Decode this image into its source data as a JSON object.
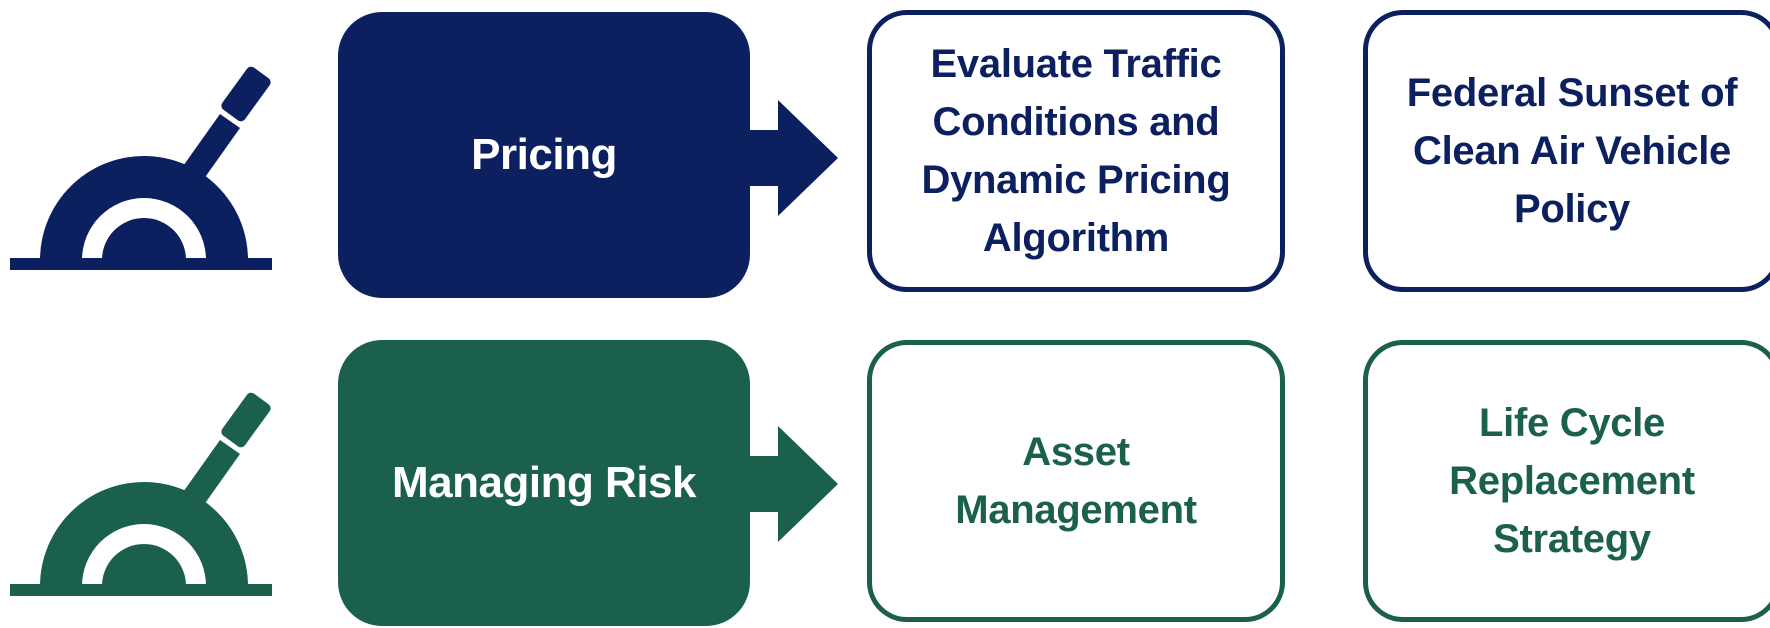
{
  "colors": {
    "navy": "#0c1f5e",
    "green": "#1a604c"
  },
  "rows": [
    {
      "icon": "lever-icon",
      "main_label": "Pricing",
      "box_a_lines": [
        "Evaluate Traffic",
        "Conditions and",
        "Dynamic Pricing",
        "Algorithm"
      ],
      "box_b_lines": [
        "Federal Sunset of",
        "Clean Air Vehicle",
        "Policy"
      ]
    },
    {
      "icon": "lever-icon",
      "main_label": "Managing Risk",
      "box_a_lines": [
        "Asset",
        "Management"
      ],
      "box_b_lines": [
        "Life Cycle",
        "Replacement",
        "Strategy"
      ]
    }
  ]
}
